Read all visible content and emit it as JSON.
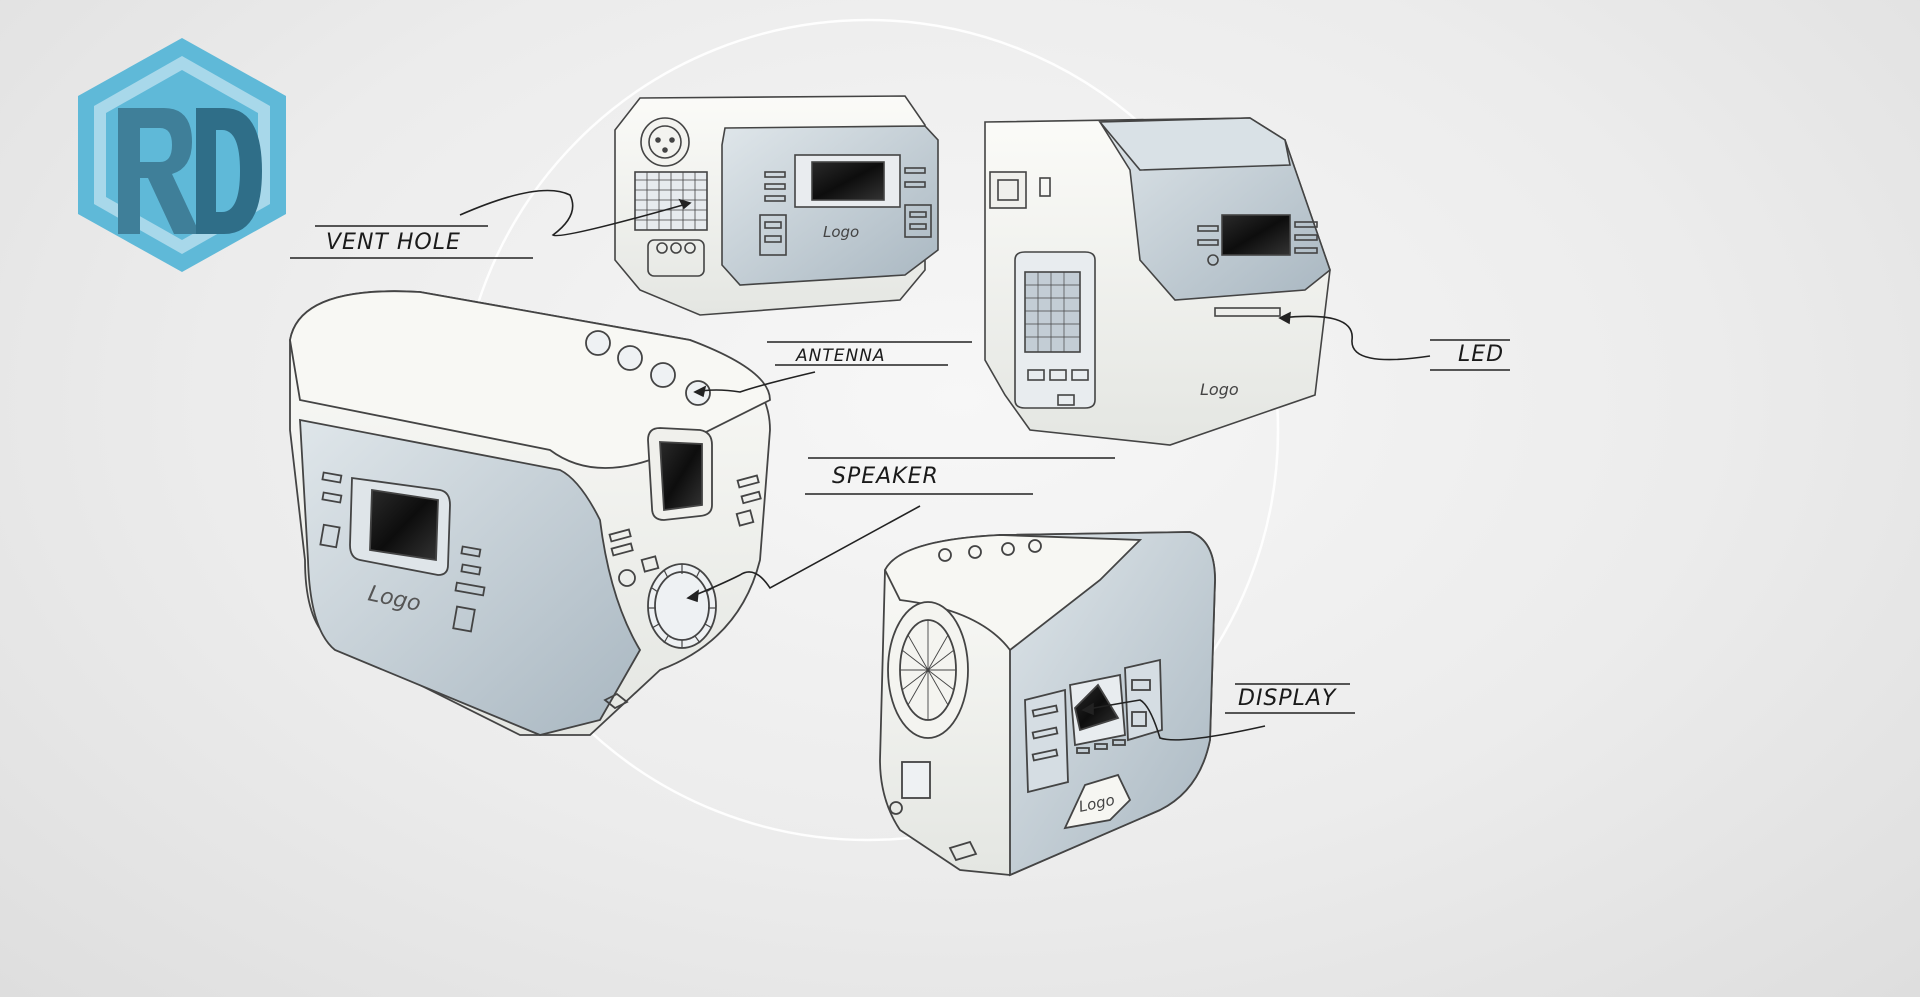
{
  "logo": {
    "text": "RD",
    "color_outer": "#5fb9d8",
    "color_inner": "#3f7f99"
  },
  "labels": {
    "vent_hole": "VENT HOLE",
    "antenna": "ANTENNA",
    "speaker": "SPEAKER",
    "led": "LED",
    "display": "DISPLAY"
  },
  "sketch": {
    "logo_text": "Logo",
    "shell_color": "#f6f6f1",
    "panel_color": "#c9d3da",
    "screen_color": "#151515",
    "line_color": "#444444"
  }
}
